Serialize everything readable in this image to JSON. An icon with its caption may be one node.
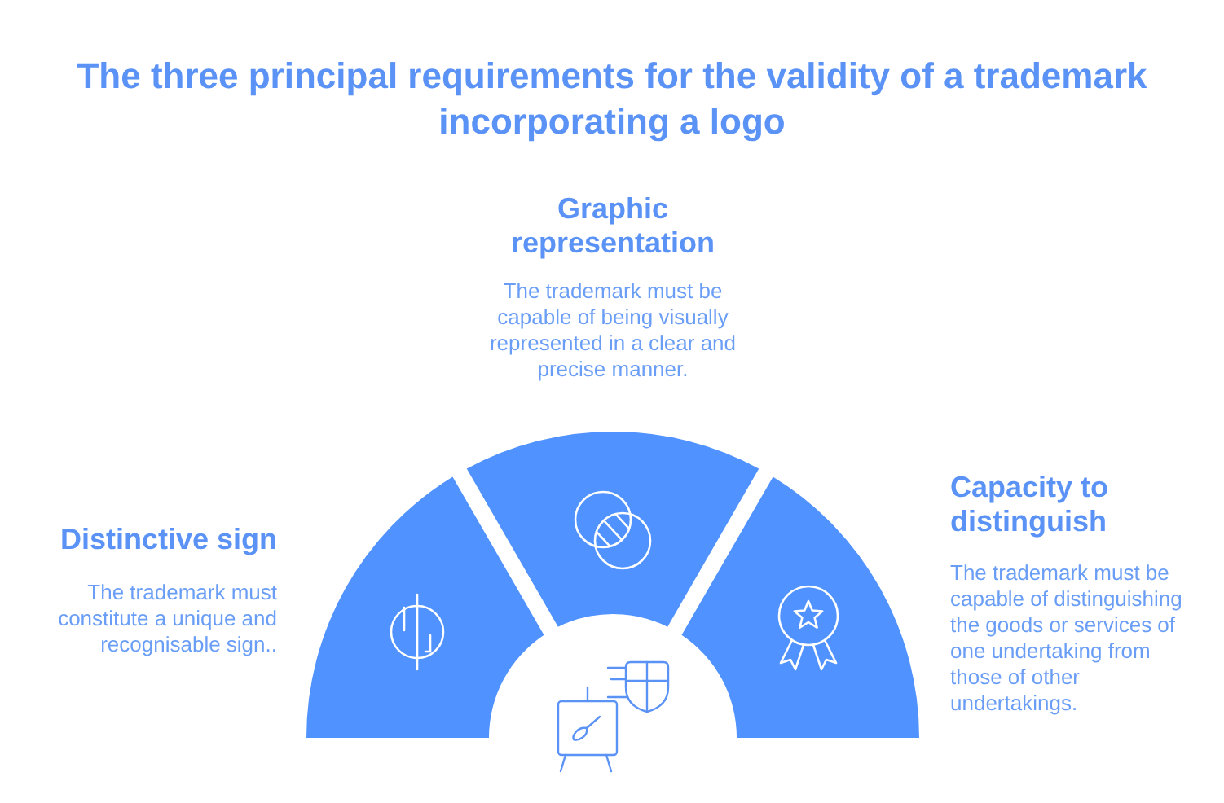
{
  "diagram": {
    "title": "The three principal requirements for the validity of a trademark incorporating a logo",
    "nodes": [
      {
        "text": [
          "Distinctive sign",
          "The trademark must constitute a unique and recognisable sign.."
        ]
      },
      {
        "text": [
          "Graphic representation",
          "The trademark must be capable of being visually represented in a clear and precise manner."
        ]
      },
      {
        "text": [
          "Capacity to distinguish",
          "The trademark must be capable of distinguishing the goods or services of one undertaking from those of other undertakings."
        ]
      }
    ]
  }
}
